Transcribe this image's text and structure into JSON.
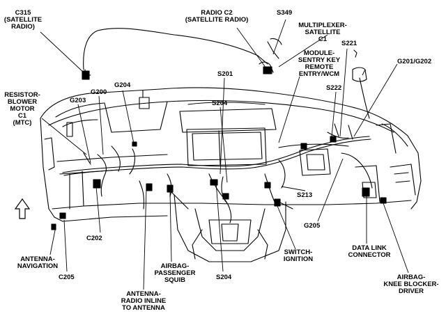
{
  "labels": {
    "c315": [
      "C315",
      "(SATELLITE",
      "RADIO)"
    ],
    "radio_c2": [
      "RADIO C2",
      "(SATELLITE RADIO)"
    ],
    "s349": [
      "S349"
    ],
    "multiplexer": [
      "MULTIPLEXER-",
      "SATELLITE",
      "C1"
    ],
    "module_sentry": [
      "MODULE-",
      "SENTRY KEY",
      "REMOTE",
      "ENTRY/WCM"
    ],
    "s221": [
      "S221"
    ],
    "g201_g202": [
      "G201/G202"
    ],
    "s201": [
      "S201"
    ],
    "s222": [
      "S222"
    ],
    "resistor_blower": [
      "RESISTOR-",
      "BLOWER",
      "MOTOR",
      "C1",
      "(MTC)"
    ],
    "g200": [
      "G200"
    ],
    "g204": [
      "G204"
    ],
    "g203": [
      "G203"
    ],
    "s213": [
      "S213"
    ],
    "g205": [
      "G205"
    ],
    "c202": [
      "C202"
    ],
    "antenna_nav": [
      "ANTENNA-",
      "NAVIGATION"
    ],
    "c205": [
      "C205"
    ],
    "airbag_passenger": [
      "AIRBAG-",
      "PASSENGER",
      "SQUIB"
    ],
    "s204": [
      "S204"
    ],
    "switch_ignition": [
      "SWITCH-",
      "IGNITION"
    ],
    "data_link": [
      "DATA LINK",
      "CONNECTOR"
    ],
    "airbag_knee": [
      "AIRBAG-",
      "KNEE BLOCKER-",
      "DRIVER"
    ],
    "antenna_inline": [
      "ANTENNA-",
      "RADIO INLINE",
      "TO ANTENNA"
    ]
  },
  "colors": {
    "ink": "#000000",
    "paper": "#ffffff"
  }
}
